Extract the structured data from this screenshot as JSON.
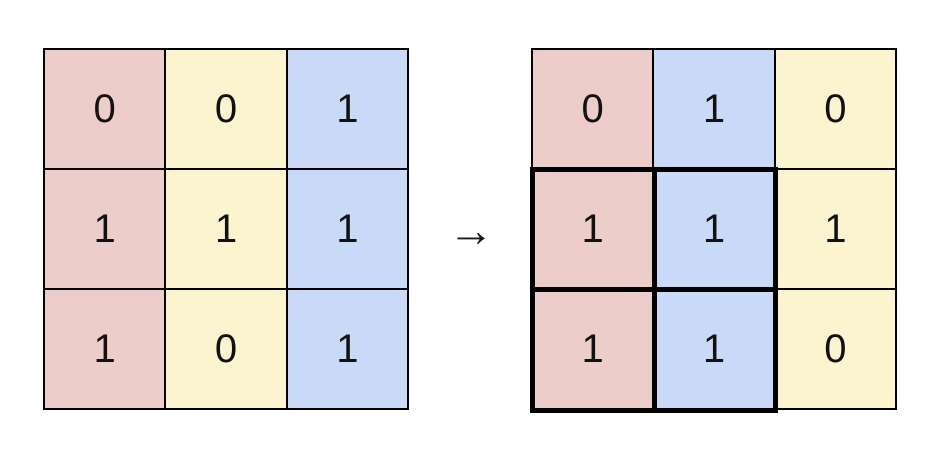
{
  "figure": {
    "description": "matrix transformation diagram",
    "arrow_glyph": "→",
    "colors": {
      "pink": "#eccdca",
      "yellow": "#fcf3cf",
      "blue": "#c9daf8",
      "grid_line": "#000000",
      "highlight_border": "#000000",
      "text": "#111111",
      "background": "#ffffff"
    },
    "left_grid": {
      "rows": [
        [
          {
            "value": "0",
            "color": "pink"
          },
          {
            "value": "0",
            "color": "yellow"
          },
          {
            "value": "1",
            "color": "blue"
          }
        ],
        [
          {
            "value": "1",
            "color": "pink"
          },
          {
            "value": "1",
            "color": "yellow"
          },
          {
            "value": "1",
            "color": "blue"
          }
        ],
        [
          {
            "value": "1",
            "color": "pink"
          },
          {
            "value": "0",
            "color": "yellow"
          },
          {
            "value": "1",
            "color": "blue"
          }
        ]
      ]
    },
    "right_grid": {
      "rows": [
        [
          {
            "value": "0",
            "color": "pink"
          },
          {
            "value": "1",
            "color": "blue"
          },
          {
            "value": "0",
            "color": "yellow"
          }
        ],
        [
          {
            "value": "1",
            "color": "pink",
            "highlight": true
          },
          {
            "value": "1",
            "color": "blue",
            "highlight": true
          },
          {
            "value": "1",
            "color": "yellow"
          }
        ],
        [
          {
            "value": "1",
            "color": "pink",
            "highlight": true
          },
          {
            "value": "1",
            "color": "blue",
            "highlight": true
          },
          {
            "value": "0",
            "color": "yellow"
          }
        ]
      ],
      "highlight_region": {
        "rows": [
          2,
          3
        ],
        "cols": [
          1,
          2
        ],
        "style": "thick-black-border"
      }
    }
  }
}
